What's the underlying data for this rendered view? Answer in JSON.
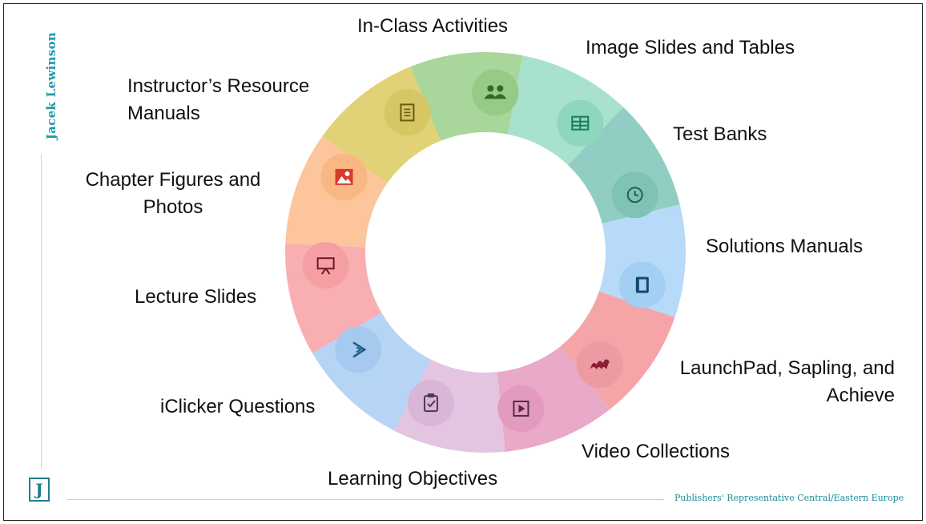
{
  "brand": {
    "name": "Jacek Lewinson",
    "logo_letter": "J",
    "footer": "Publishers' Representative Central/Eastern Europe"
  },
  "segments": [
    {
      "label": "In-Class Activities",
      "color": "#a9d69a",
      "tab": "#96ca86",
      "icon_color": "#2e6b2a",
      "icon": "people-icon"
    },
    {
      "label": "Image Slides and Tables",
      "color": "#a8e2cf",
      "tab": "#8ed6bf",
      "icon_color": "#1d7a5c",
      "icon": "table-icon"
    },
    {
      "label": "Test Banks",
      "color": "#91cdc2",
      "tab": "#7fc2b6",
      "icon_color": "#1f5f57",
      "icon": "clock-icon"
    },
    {
      "label": "Solutions Manuals",
      "color": "#b6daf7",
      "tab": "#a3cff3",
      "icon_color": "#114a73",
      "icon": "book-icon"
    },
    {
      "label": "LaunchPad, Sapling, and Achieve",
      "color": "#f5a5a8",
      "tab": "#ee9aa2",
      "icon_color": "#8a1f35",
      "icon": "macmillan-logo-icon"
    },
    {
      "label": "Video Collections",
      "color": "#e9a9c9",
      "tab": "#e29abf",
      "icon_color": "#5a2a3f",
      "icon": "play-icon"
    },
    {
      "label": "Learning Objectives",
      "color": "#e3c5e1",
      "tab": "#d9b6d7",
      "icon_color": "#4a3a4f",
      "icon": "clipboard-check-icon"
    },
    {
      "label": "iClicker Questions",
      "color": "#b6d5f5",
      "tab": "#a5c9ef",
      "icon_color": "#1a5b86",
      "icon": "iclicker-icon"
    },
    {
      "label": "Lecture Slides",
      "color": "#f9aeb1",
      "tab": "#f39fa4",
      "icon_color": "#6e1a28",
      "icon": "presentation-icon"
    },
    {
      "label": "Chapter Figures and Photos",
      "color": "#fcc59b",
      "tab": "#f8b783",
      "icon_color": "#d93a2a",
      "icon": "image-icon"
    },
    {
      "label": "Instructor’s Resource Manuals",
      "color": "#e2d277",
      "tab": "#d7c664",
      "icon_color": "#6a5a10",
      "icon": "document-icon"
    }
  ],
  "labels": {
    "in_class": "In-Class Activities",
    "image_slides": "Image Slides and Tables",
    "test_banks": "Test Banks",
    "solutions": "Solutions Manuals",
    "launchpad_1": "LaunchPad, Sapling, and",
    "launchpad_2": "Achieve",
    "video": "Video Collections",
    "learning": "Learning Objectives",
    "iclicker": "iClicker Questions",
    "lecture": "Lecture Slides",
    "chapter_1": "Chapter Figures and",
    "chapter_2": "Photos",
    "instructor_1": "Instructor’s Resource",
    "instructor_2": "Manuals"
  }
}
